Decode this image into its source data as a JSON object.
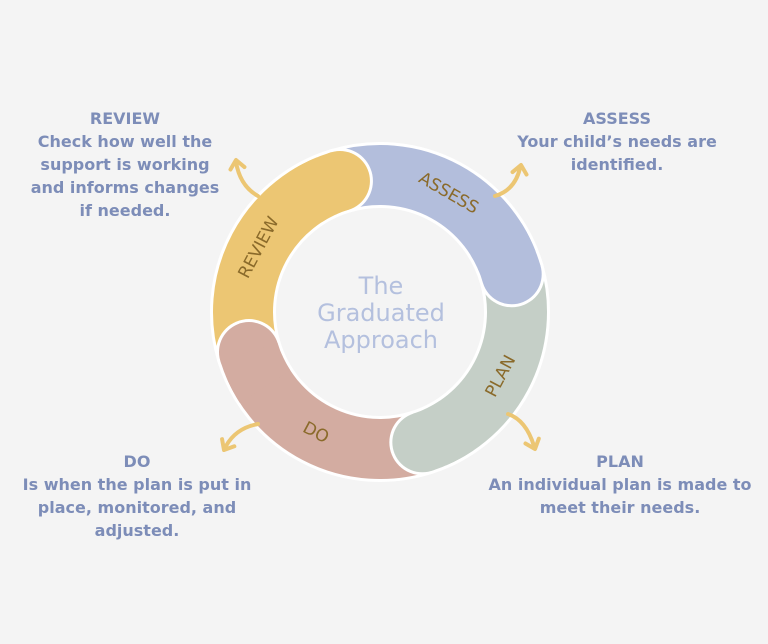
{
  "center_title": [
    "The",
    "Graduated",
    "Approach"
  ],
  "colors": {
    "review": "#ecc673",
    "assess": "#b3bedc",
    "plan": "#c5cfc7",
    "do": "#d3aca1",
    "segment_label": "#8a6a2a",
    "center_text": "#b4c0de",
    "description_text": "#7d8db8",
    "arrow": "#ecc673"
  },
  "segments": [
    {
      "key": "review",
      "label": "REVIEW"
    },
    {
      "key": "assess",
      "label": "ASSESS"
    },
    {
      "key": "plan",
      "label": "PLAN"
    },
    {
      "key": "do",
      "label": "DO"
    }
  ],
  "descriptions": {
    "review": {
      "title": "REVIEW",
      "lines": [
        "Check how well the",
        "support is working",
        "and informs changes",
        "if needed."
      ]
    },
    "assess": {
      "title": "ASSESS",
      "lines": [
        "Your child’s needs are",
        "identified."
      ]
    },
    "plan": {
      "title": "PLAN",
      "lines": [
        "An individual plan is made to",
        "meet their needs."
      ]
    },
    "do": {
      "title": "DO",
      "lines": [
        "Is when the plan is put in",
        "place, monitored, and",
        "adjusted."
      ]
    }
  }
}
